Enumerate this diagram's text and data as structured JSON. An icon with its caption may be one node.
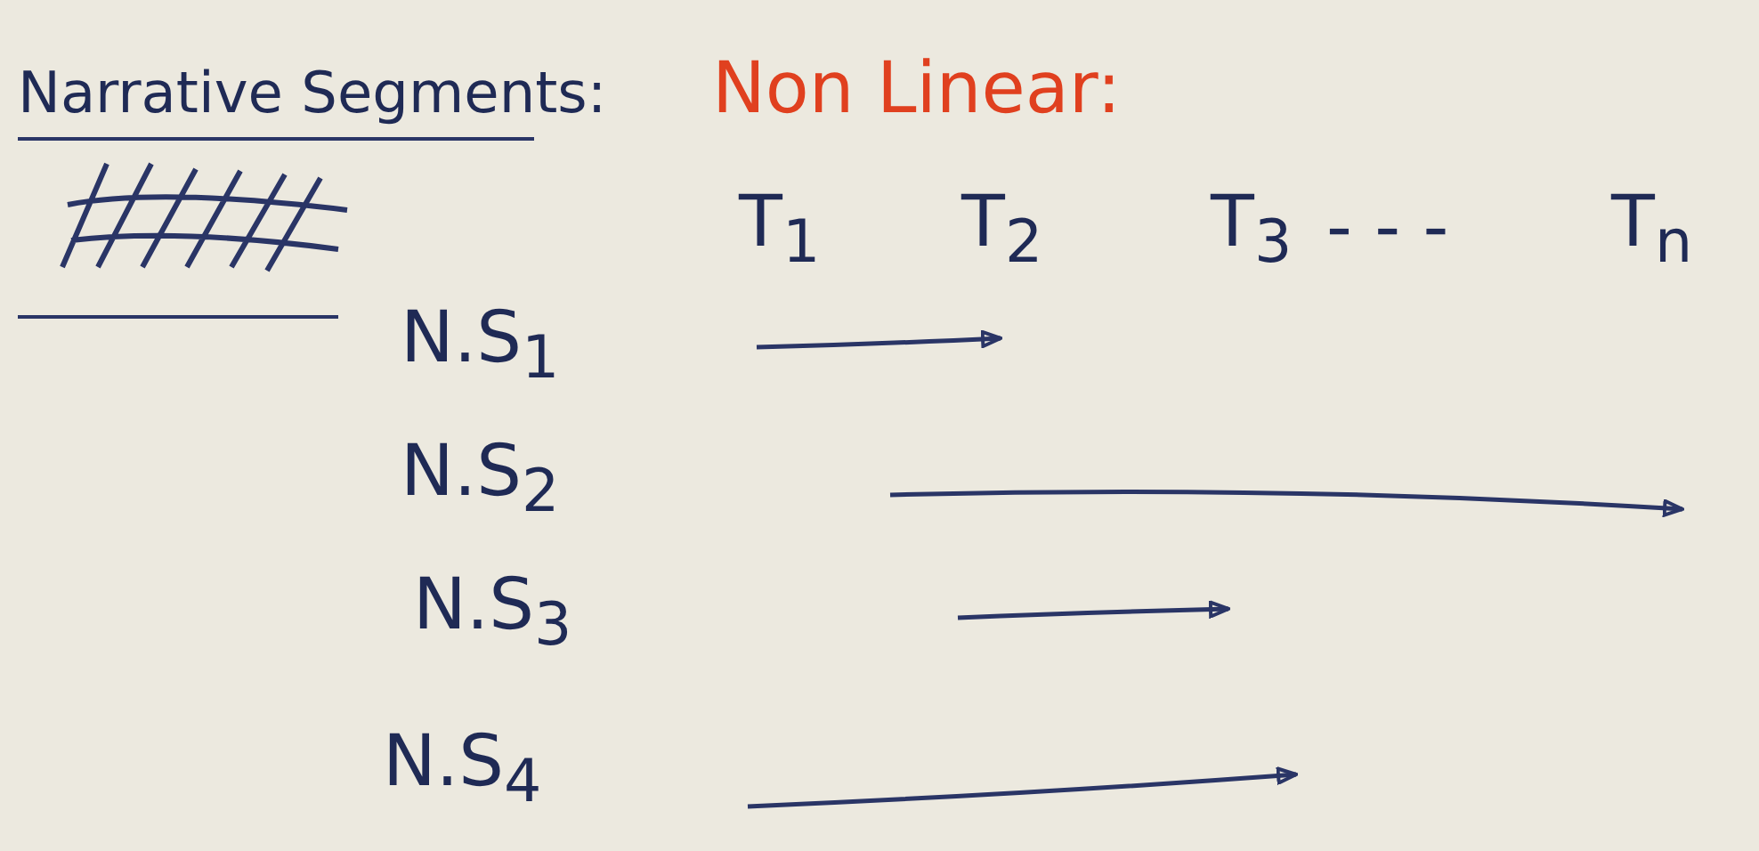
{
  "diagram": {
    "title": "Narrative Segments:",
    "labels": [
      "Non Linear:",
      "T$_{1}$",
      "T$_{2}$",
      "T$_{3}$",
      "- - -",
      "T$_{n}$",
      "N.S$_{1}$",
      "N.S$_{2}$",
      "N.S$_{3}$",
      "N.S$_{4}$"
    ]
  }
}
